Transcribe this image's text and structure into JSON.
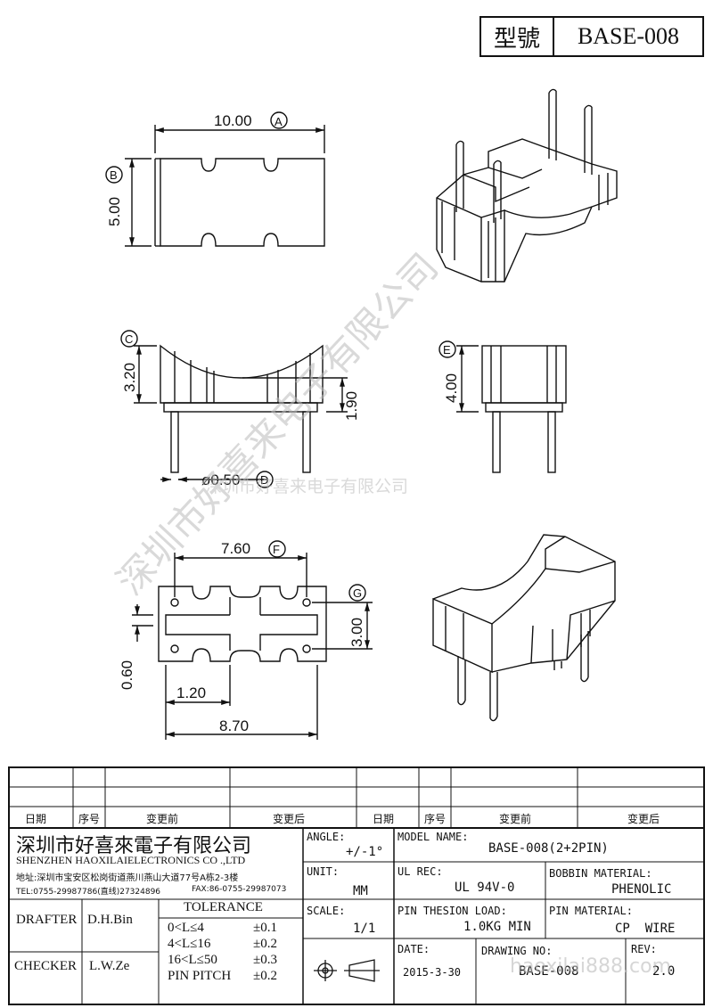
{
  "model_label": "型號",
  "model_number": "BASE-008",
  "dimensions": {
    "length": "10.00",
    "width": "5.00",
    "height": "3.20",
    "seat_height": "1.90",
    "pin_diameter": "ø0.50",
    "height_side": "4.00",
    "pin_pitch_x": "7.60",
    "pin_pitch_y": "3.00",
    "offset_small": "0.60",
    "offset_inner": "1.20",
    "overall_width": "8.70"
  },
  "callouts": {
    "a": "A",
    "b": "B",
    "c": "C",
    "d": "D",
    "e": "E",
    "f": "F",
    "g": "G"
  },
  "watermark": {
    "diagonal": "深圳市好喜来电子有限公司",
    "horizontal": "深圳市好喜来电子有限公司",
    "bottom": "haoxilai888.com"
  },
  "revision_table": {
    "headers": [
      "日期",
      "序号",
      "变更前",
      "变更后",
      "日期",
      "序号",
      "变更前",
      "变更后"
    ]
  },
  "company": {
    "name_cn": "深圳市好喜來電子有限公司",
    "name_en": "SHENZHEN HAOXILAIELECTRONICS CO .,LTD",
    "address": "地址:深圳市宝安区松岗街道燕川燕山大道77号A栋2-3楼",
    "tel": "TEL:0755-29987786(直线)27324896",
    "fax": "FAX:86-0755-29987073"
  },
  "title_block": {
    "angle_label": "ANGLE:",
    "angle_value": "+/-1°",
    "model_name_label": "MODEL NAME:",
    "model_name_value": "BASE-008(2+2PIN)",
    "unit_label": "UNIT:",
    "unit_value": "MM",
    "ul_rec_label": "UL REC:",
    "ul_rec_value": "UL 94V-0",
    "bobbin_material_label": "BOBBIN MATERIAL:",
    "bobbin_material_value": "PHENOLIC",
    "drafter_label": "DRAFTER",
    "drafter_value": "D.H.Bin",
    "checker_label": "CHECKER",
    "checker_value": "L.W.Ze",
    "tolerance_label": "TOLERANCE",
    "tolerance_rows": [
      {
        "range": "0<L≤4",
        "value": "±0.1"
      },
      {
        "range": "4<L≤16",
        "value": "±0.2"
      },
      {
        "range": "16<L≤50",
        "value": "±0.3"
      },
      {
        "range": "PIN PITCH",
        "value": "±0.2"
      }
    ],
    "scale_label": "SCALE:",
    "scale_value": "1/1",
    "pin_load_label": "PIN THESION LOAD:",
    "pin_load_value": "1.0KG MIN",
    "pin_material_label": "PIN MATERIAL:",
    "pin_material_value": "CP  WIRE",
    "date_label": "DATE:",
    "date_value": "2015-3-30",
    "drawing_no_label": "DRAWING NO:",
    "drawing_no_value": "BASE-008",
    "rev_label": "REV:",
    "rev_value": "2.0"
  }
}
